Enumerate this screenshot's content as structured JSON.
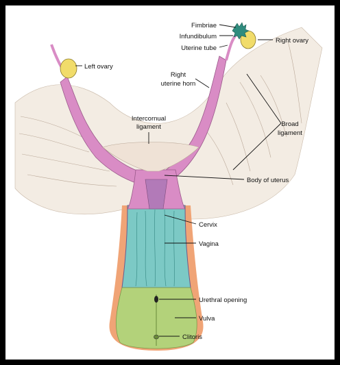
{
  "labels": {
    "fimbriae": "Fimbriae",
    "infundibulum": "Infundibulum",
    "uterine_tube": "Uterine tube",
    "right_ovary": "Right ovary",
    "left_ovary": "Left ovary",
    "right_uterine_horn_1": "Right",
    "right_uterine_horn_2": "uterine horn",
    "intercornual_1": "Intercornual",
    "intercornual_2": "ligament",
    "broad_1": "Broad",
    "broad_2": "ligament",
    "body_of_uterus": "Body of uterus",
    "cervix": "Cervix",
    "vagina": "Vagina",
    "urethral_opening": "Urethral opening",
    "vulva": "Vulva",
    "clitoris": "Clitoris"
  },
  "colors": {
    "uterus": "#d98cc5",
    "vagina": "#7cc9c5",
    "vulva": "#b3d27a",
    "ovary": "#f1dc6a",
    "ligament": "#f3ece3",
    "fimbriae": "#2f8c7e",
    "outer_wall": "#f0a476"
  }
}
